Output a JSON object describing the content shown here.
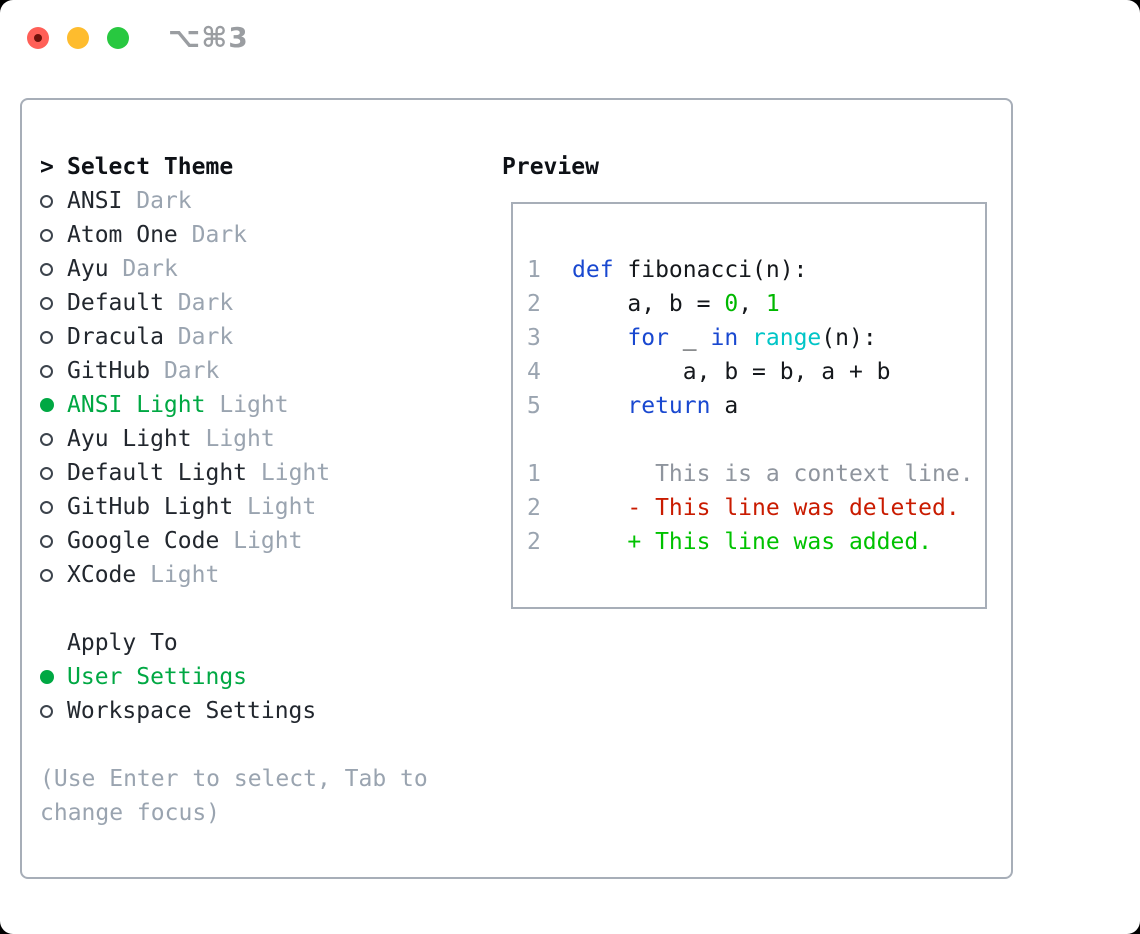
{
  "window": {
    "shortcut": "⌥⌘3",
    "traffic_lights": [
      "close",
      "minimize",
      "zoom"
    ]
  },
  "colors": {
    "selection_green": "#00a843",
    "text_dark": "#22272e",
    "faded_gray": "#9aa4b0",
    "border_gray": "#a7aeb8"
  },
  "theme_picker": {
    "pointer": ">",
    "title": "Select Theme",
    "items": [
      {
        "name": "ANSI",
        "tag": "Dark",
        "selected": false
      },
      {
        "name": "Atom One",
        "tag": "Dark",
        "selected": false
      },
      {
        "name": "Ayu",
        "tag": "Dark",
        "selected": false
      },
      {
        "name": "Default",
        "tag": "Dark",
        "selected": false
      },
      {
        "name": "Dracula",
        "tag": "Dark",
        "selected": false
      },
      {
        "name": "GitHub",
        "tag": "Dark",
        "selected": false
      },
      {
        "name": "ANSI Light",
        "tag": "Light",
        "selected": true
      },
      {
        "name": "Ayu Light",
        "tag": "Light",
        "selected": false
      },
      {
        "name": "Default Light",
        "tag": "Light",
        "selected": false
      },
      {
        "name": "GitHub Light",
        "tag": "Light",
        "selected": false
      },
      {
        "name": "Google Code",
        "tag": "Light",
        "selected": false
      },
      {
        "name": "XCode",
        "tag": "Light",
        "selected": false
      }
    ]
  },
  "apply_to": {
    "title": "Apply To",
    "options": [
      {
        "name": "User Settings",
        "selected": true
      },
      {
        "name": "Workspace Settings",
        "selected": false
      }
    ]
  },
  "hint": "(Use Enter to select, Tab to change focus)",
  "preview": {
    "title": "Preview",
    "colors": {
      "fg": "#15181c",
      "kw": "#1948d0",
      "builtin": "#00c5c7",
      "num": "#00b800",
      "ctx": "#8f959e",
      "del": "#c91b00",
      "add": "#00c200",
      "ln": "#9aa4b0"
    },
    "code_lines": [
      {
        "num": "1",
        "segments": [
          {
            "t": "def",
            "c": "kw"
          },
          {
            "t": " fibonacci(n):",
            "c": "fg"
          }
        ]
      },
      {
        "num": "2",
        "segments": [
          {
            "t": "    a, b = ",
            "c": "fg"
          },
          {
            "t": "0",
            "c": "num"
          },
          {
            "t": ", ",
            "c": "fg"
          },
          {
            "t": "1",
            "c": "num"
          }
        ]
      },
      {
        "num": "3",
        "segments": [
          {
            "t": "    ",
            "c": "fg"
          },
          {
            "t": "for",
            "c": "kw"
          },
          {
            "t": " _ ",
            "c": "fg"
          },
          {
            "t": "in",
            "c": "kw"
          },
          {
            "t": " ",
            "c": "fg"
          },
          {
            "t": "range",
            "c": "builtin"
          },
          {
            "t": "(n):",
            "c": "fg"
          }
        ]
      },
      {
        "num": "4",
        "segments": [
          {
            "t": "        a, b = b, a + b",
            "c": "fg"
          }
        ]
      },
      {
        "num": "5",
        "segments": [
          {
            "t": "    ",
            "c": "fg"
          },
          {
            "t": "return",
            "c": "kw"
          },
          {
            "t": " a",
            "c": "fg"
          }
        ]
      }
    ],
    "diff_lines": [
      {
        "num": "1",
        "segments": [
          {
            "t": "      This is a context line.",
            "c": "ctx"
          }
        ]
      },
      {
        "num": "2",
        "segments": [
          {
            "t": "    - This line was deleted.",
            "c": "del"
          }
        ]
      },
      {
        "num": "2",
        "segments": [
          {
            "t": "    + This line was added.",
            "c": "add"
          }
        ]
      }
    ]
  }
}
